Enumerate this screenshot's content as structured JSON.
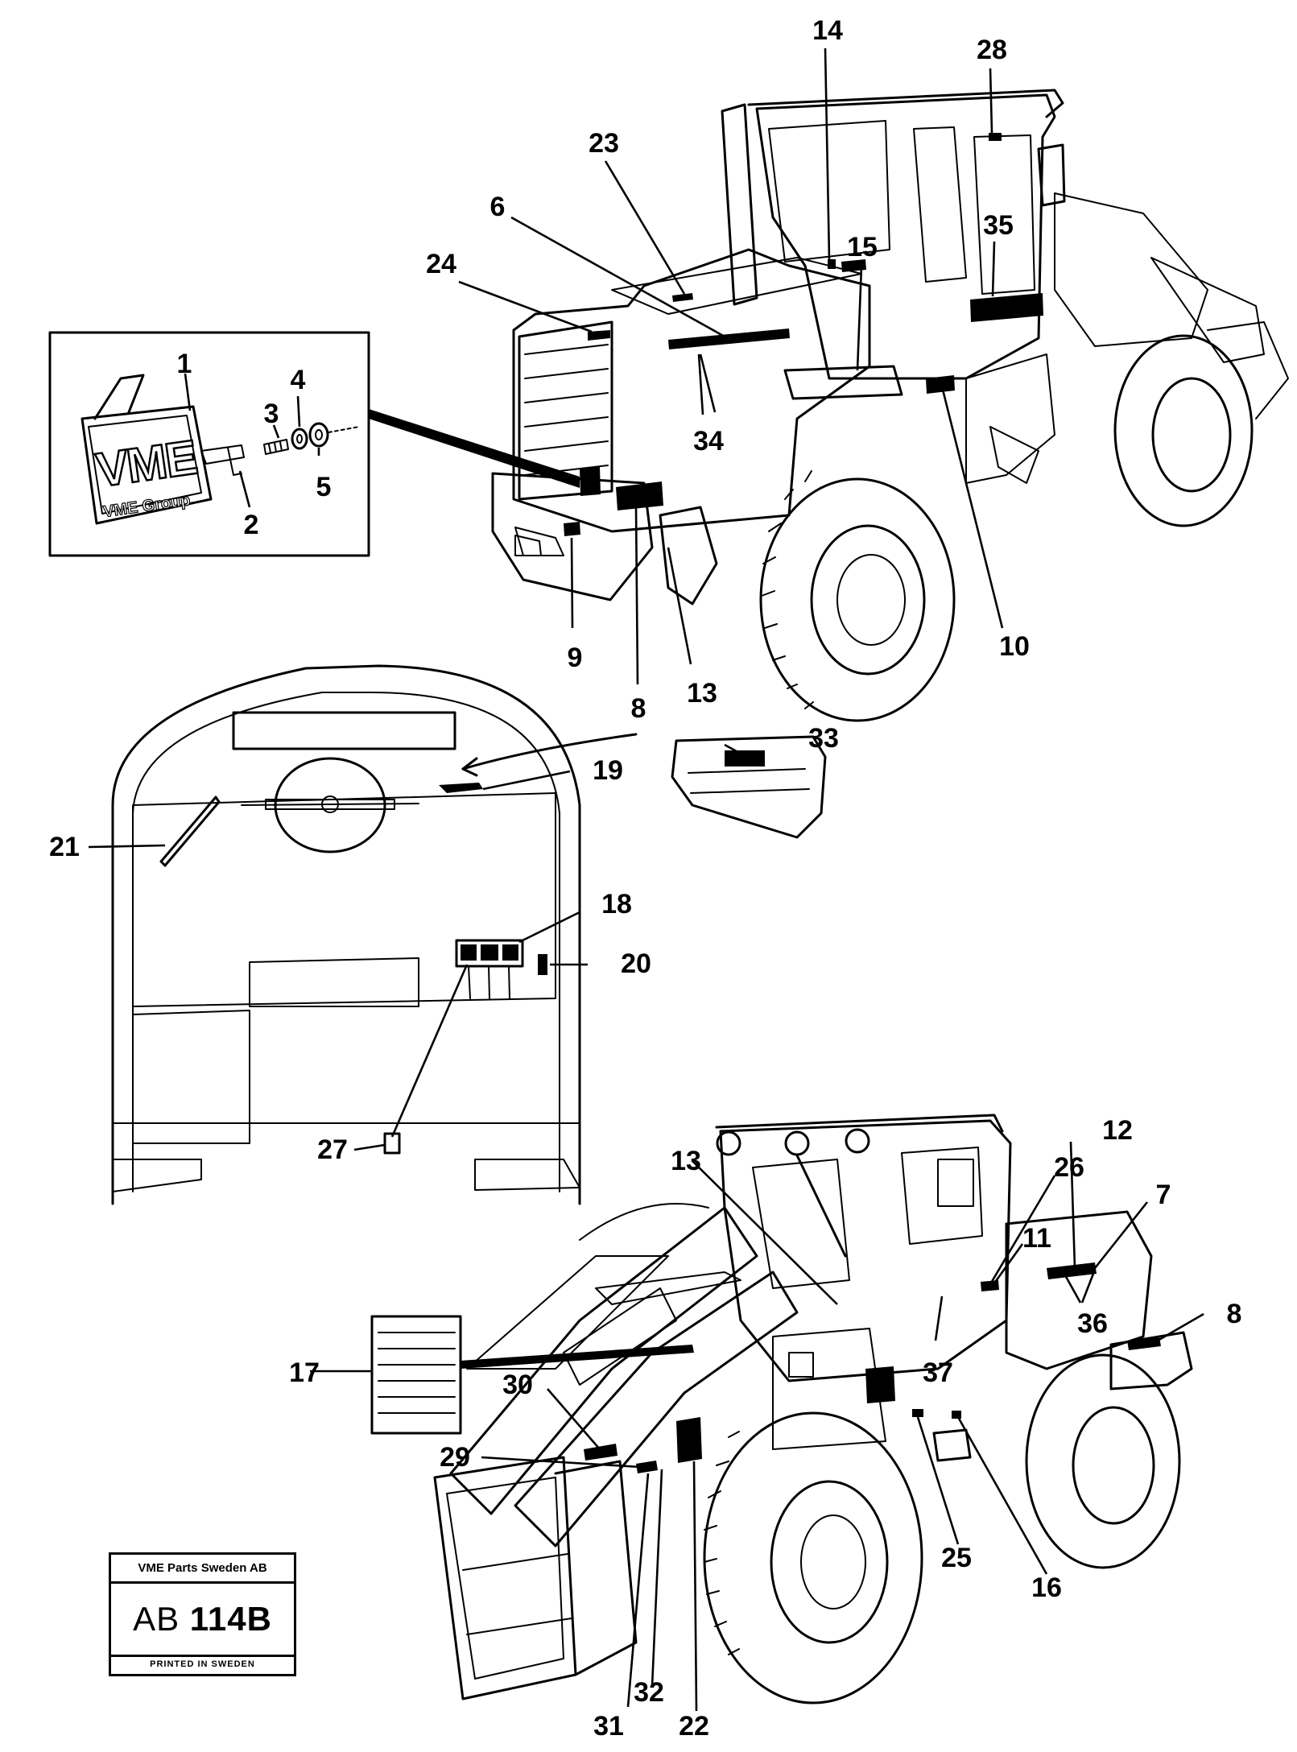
{
  "figure": {
    "title": "",
    "reference": {
      "company": "VME Parts Sweden AB",
      "code_prefix": "AB",
      "code_number": "114",
      "code_suffix": "B",
      "printed": "PRINTED IN SWEDEN"
    },
    "emblem": {
      "brand": "VME",
      "group_text": "VME Group"
    }
  },
  "callouts": {
    "c1": "1",
    "c2": "2",
    "c3": "3",
    "c4": "4",
    "c5": "5",
    "c6": "6",
    "c7": "7",
    "c8a": "8",
    "c8b": "8",
    "c9": "9",
    "c10": "10",
    "c11": "11",
    "c12": "12",
    "c13a": "13",
    "c13b": "13",
    "c14": "14",
    "c15": "15",
    "c16": "16",
    "c17": "17",
    "c18": "18",
    "c19": "19",
    "c20": "20",
    "c21": "21",
    "c22": "22",
    "c23": "23",
    "c24": "24",
    "c25": "25",
    "c26": "26",
    "c27": "27",
    "c28": "28",
    "c29": "29",
    "c30": "30",
    "c31": "31",
    "c32": "32",
    "c33": "33",
    "c34": "34",
    "c35": "35",
    "c36": "36",
    "c37": "37"
  }
}
